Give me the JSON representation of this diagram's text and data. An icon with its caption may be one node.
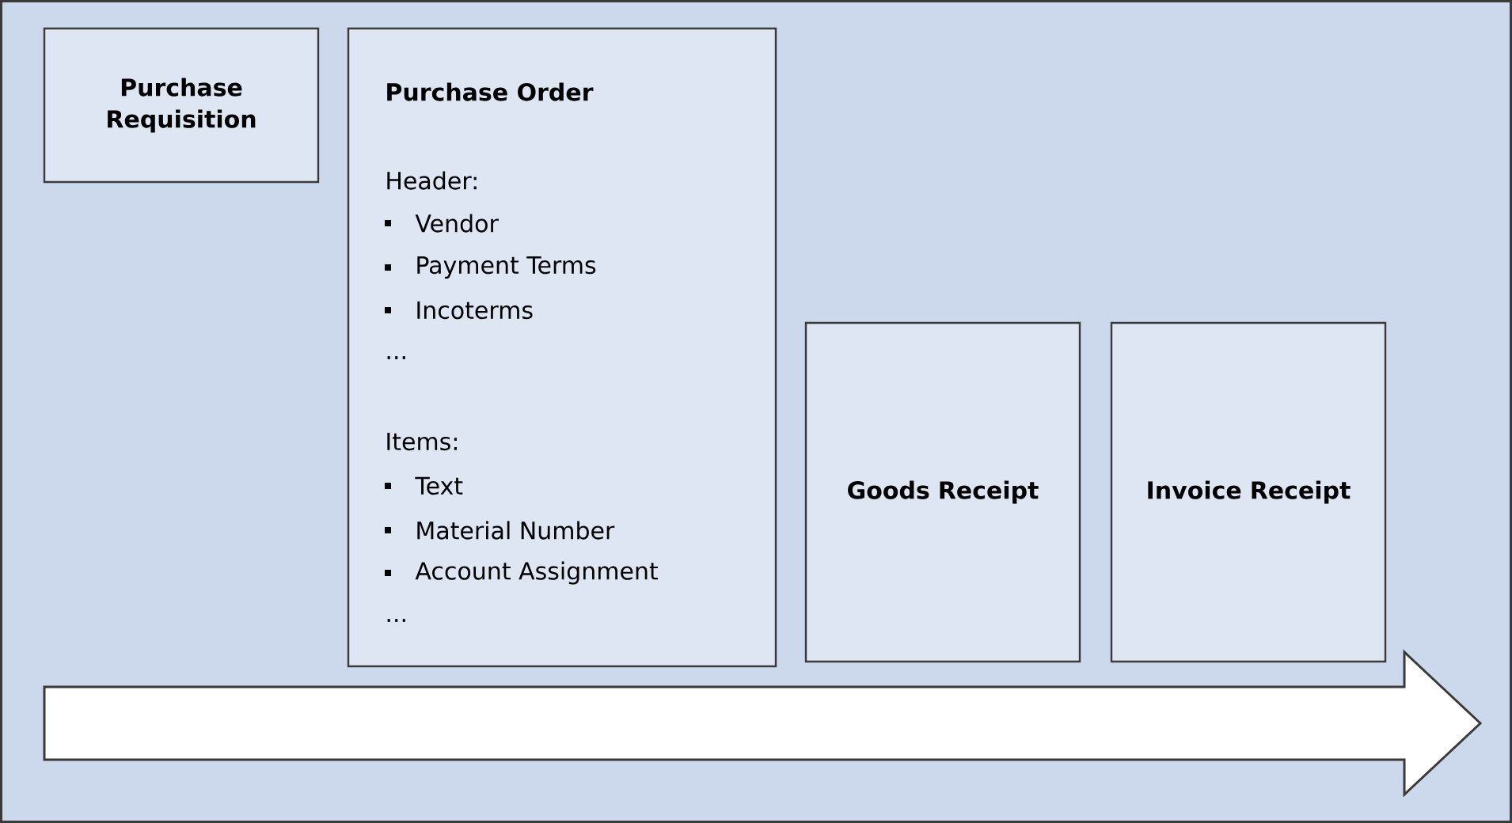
{
  "diagram": {
    "nodes": [
      {
        "text": [
          "Purchase Requisition"
        ]
      },
      {
        "text": [
          "Purchase Order",
          "Header:",
          "Vendor",
          "Payment Terms",
          "Incoterms",
          "...",
          "Items:",
          "Text",
          "Material Number",
          "Account Assignment",
          "..."
        ]
      },
      {
        "text": [
          "Goods Receipt"
        ]
      },
      {
        "text": [
          "Invoice Receipt"
        ]
      }
    ]
  }
}
